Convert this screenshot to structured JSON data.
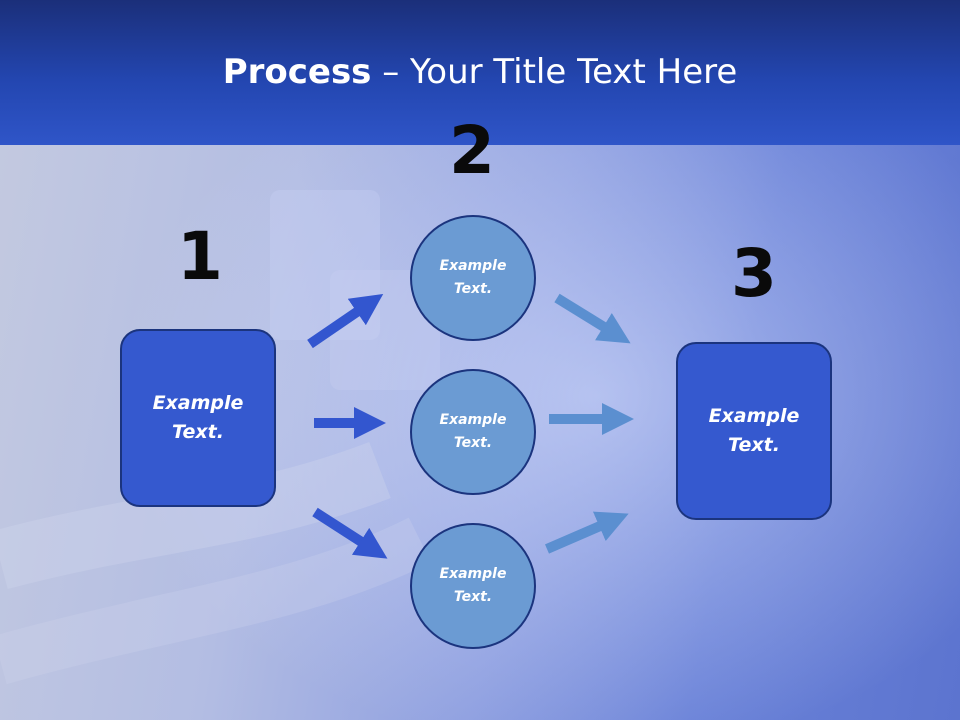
{
  "title": {
    "bold": "Process",
    "rest": " – Your Title Text Here"
  },
  "steps": {
    "one": "1",
    "two": "2",
    "three": "3"
  },
  "left_box": {
    "line1": "Example",
    "line2": "Text."
  },
  "right_box": {
    "line1": "Example",
    "line2": "Text."
  },
  "circles": [
    {
      "line1": "Example",
      "line2": "Text."
    },
    {
      "line1": "Example",
      "line2": "Text."
    },
    {
      "line1": "Example",
      "line2": "Text."
    }
  ],
  "colors": {
    "header": "#2346b0",
    "box_fill": "#3559cf",
    "circle_fill": "#6b9bd3",
    "arrow_dark": "#3356cf",
    "arrow_light": "#5b8fd0",
    "outline": "#1b347e"
  }
}
